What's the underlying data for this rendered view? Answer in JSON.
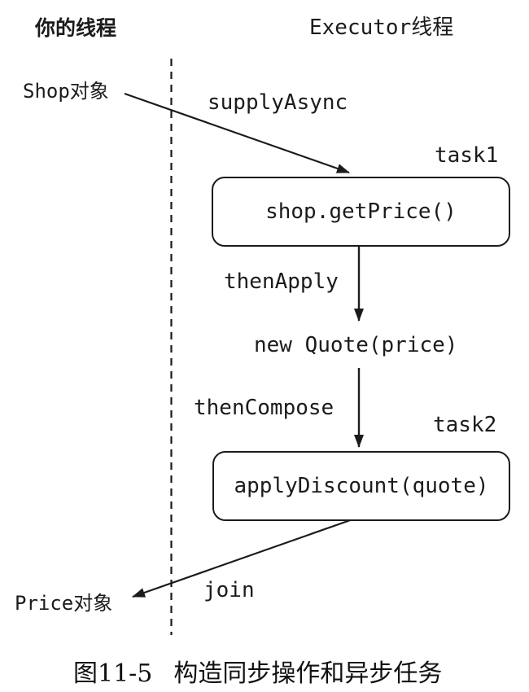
{
  "colors": {
    "ink": "#1b1b1b",
    "background": "#ffffff"
  },
  "lanes": {
    "left_header": "你的线程",
    "right_header": "Executor线程"
  },
  "flow": {
    "shop_object": "Shop对象",
    "supply_async": "supplyAsync",
    "task1": "task1",
    "get_price_call": "shop.getPrice()",
    "then_apply": "thenApply",
    "new_quote": "new Quote(price)",
    "then_compose": "thenCompose",
    "task2": "task2",
    "apply_discount_call": "applyDiscount(quote)",
    "join": "join",
    "price_object": "Price对象"
  },
  "caption": {
    "figure_number": "图11-5",
    "title": "构造同步操作和异步任务"
  }
}
